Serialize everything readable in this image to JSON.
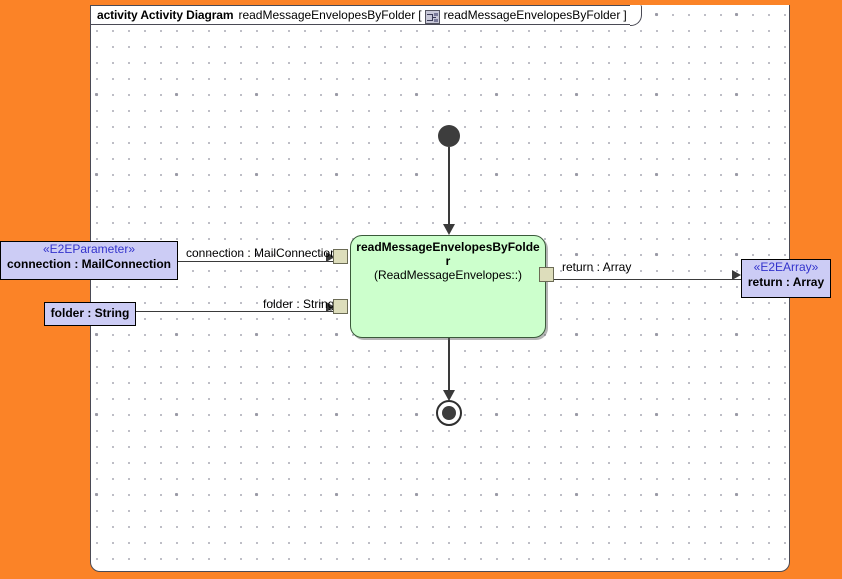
{
  "canvas": {
    "background_color": "#fb8327",
    "frame_background": "#ffffff"
  },
  "frame": {
    "kind_label": "activity Activity Diagram",
    "diagram_name": "readMessageEnvelopesByFolder",
    "bracket_open": "[",
    "icon": "activity-diagram-icon",
    "reference_name": "readMessageEnvelopesByFolder",
    "bracket_close": "]"
  },
  "nodes": {
    "initial": {
      "name": "initial-node"
    },
    "final": {
      "name": "activity-final-node"
    },
    "activity": {
      "name": "readMessageEnvelopesByFolder",
      "name_line1": "readMessageEnvelopesByFolde",
      "name_line2": "r",
      "subtitle": "(ReadMessageEnvelopes::)",
      "fill_color": "#ccffcc"
    },
    "connection_parameter": {
      "stereotype": "«E2EParameter»",
      "label": "connection : MailConnection",
      "fill_color": "#ccccf5",
      "stereotype_color": "#3333cc"
    },
    "folder_parameter": {
      "label": "folder : String",
      "fill_color": "#ccccf5"
    },
    "return_array": {
      "stereotype": "«E2EArray»",
      "label": "return : Array",
      "fill_color": "#ccccf5",
      "stereotype_color": "#3333cc"
    }
  },
  "edges": {
    "connection_in": {
      "label": "connection : MailConnection"
    },
    "folder_in": {
      "label": "folder : String"
    },
    "return_out": {
      "label": "return : Array"
    }
  }
}
